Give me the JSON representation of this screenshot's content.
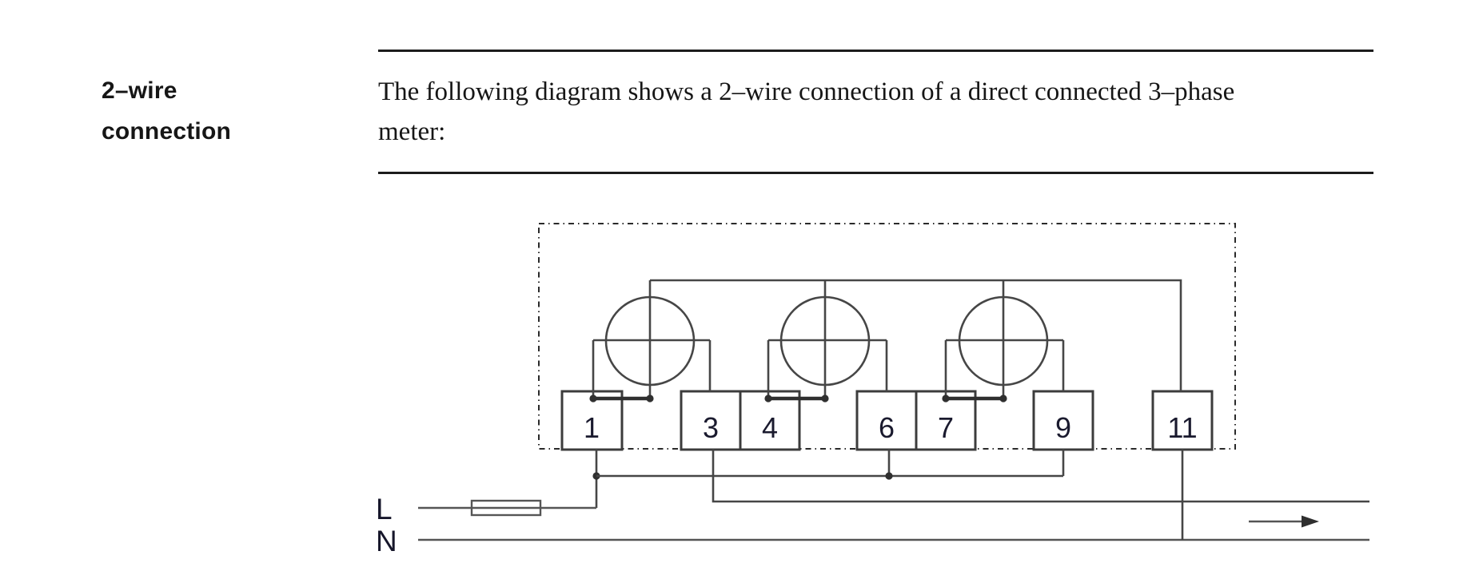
{
  "document": {
    "section_label": {
      "lines": [
        "2–wire",
        "connection"
      ]
    },
    "paragraph": {
      "lines": [
        "The following diagram shows a 2–wire connection of a direct connected 3–phase",
        "meter:"
      ]
    }
  },
  "diagram": {
    "meter_terminals": [
      "1",
      "3",
      "4",
      "6",
      "7",
      "9",
      "11"
    ],
    "supply_labels": {
      "line": "L",
      "neutral": "N"
    },
    "symbols": [
      "meter-enclosure-outline",
      "measuring-element-coil",
      "voltage-link",
      "fuse",
      "load-direction-arrow"
    ],
    "colors": {
      "wire": "#464646",
      "enclosure": "#2a2a2a",
      "label_text": "#1a1a2e",
      "background": "#ffffff"
    }
  }
}
